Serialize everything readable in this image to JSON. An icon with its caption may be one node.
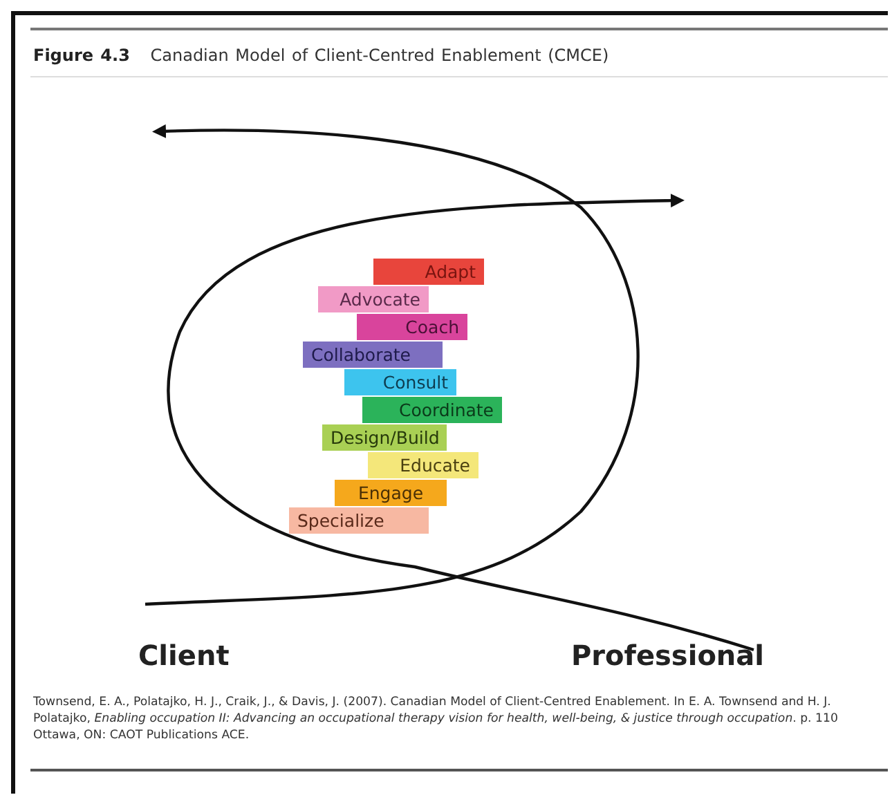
{
  "diagram": {
    "title": "**Figure 4.3** Canadian Model of Client-Centred Enablement (CMCE)",
    "nodes": [
      {
        "text": [
          "Adapt"
        ]
      },
      {
        "text": [
          "Advocate"
        ]
      },
      {
        "text": [
          "Coach"
        ]
      },
      {
        "text": [
          "Collaborate"
        ]
      },
      {
        "text": [
          "Consult"
        ]
      },
      {
        "text": [
          "Coordinate"
        ]
      },
      {
        "text": [
          "Design/Build"
        ]
      },
      {
        "text": [
          "Educate"
        ]
      },
      {
        "text": [
          "Engage"
        ]
      },
      {
        "text": [
          "Specialize"
        ]
      }
    ],
    "labels": [
      "Client",
      "Professional"
    ],
    "caption": "Townsend, E. A., Polatajko, H. J., Craik, J., & Davis, J. (2007). Canadian Model of Client-Centred Enablement. In E. A. Townsend and H. J. Polatajko, *Enabling occupation II: Advancing an occupational therapy vision for health, well-being, & justice through occupation*. p. 110 Ottawa, ON: CAOT Publications ACE."
  }
}
